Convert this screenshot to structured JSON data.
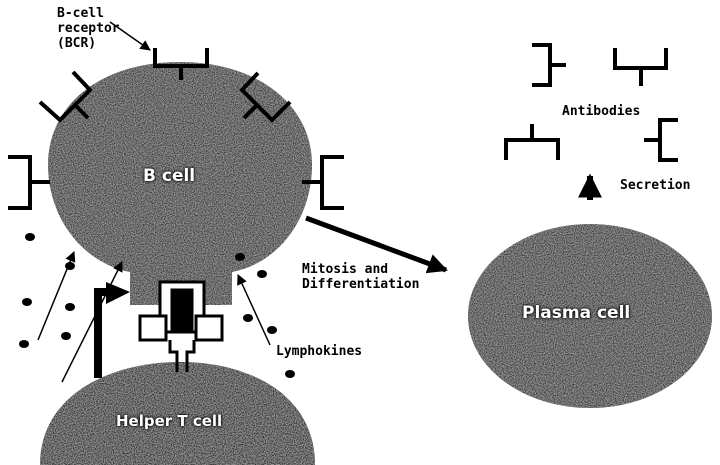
{
  "labels": {
    "bcr": "B-cell\nreceptor\n(BCR)",
    "b_cell": "B cell",
    "helper_t_cell": "Helper T cell",
    "plasma_cell": "Plasma cell",
    "antibodies": "Antibodies",
    "secretion": "Secretion",
    "mitosis": "Mitosis and\nDifferentiation",
    "lymphokines": "Lymphokines"
  },
  "colors": {
    "ink": "#000000",
    "cell_fill": "#3a3a3a",
    "cell_label": "#ffffff"
  }
}
